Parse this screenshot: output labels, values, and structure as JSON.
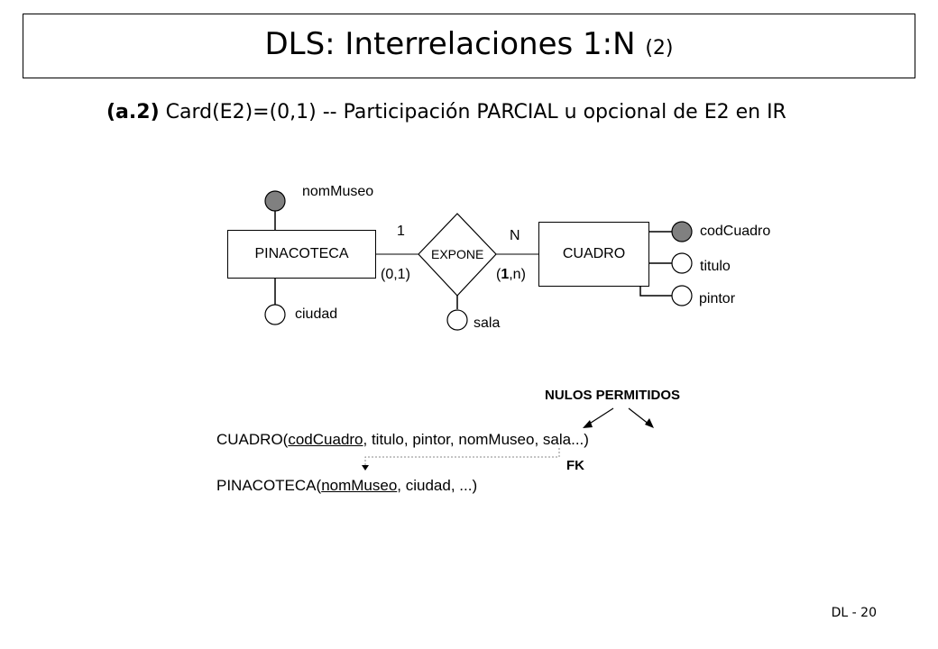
{
  "title": {
    "main": "DLS: Interrelaciones 1:N",
    "suffix": "(2)"
  },
  "subtitle": {
    "prefix": "(a.2)",
    "text": "Card(E2)=(0,1) -- Participación PARCIAL u opcional de E2 en IR"
  },
  "diagram": {
    "entity_left": "PINACOTECA",
    "entity_right": "CUADRO",
    "relationship": "EXPONE",
    "card_left": "1",
    "card_right": "N",
    "part_left": "(0,1)",
    "part_right_open": "(",
    "part_right_bold": "1",
    "part_right_close": ",n)",
    "attr_nomMuseo": "nomMuseo",
    "attr_ciudad": "ciudad",
    "attr_sala": "sala",
    "attr_codCuadro": "codCuadro",
    "attr_titulo": "titulo",
    "attr_pintor": "pintor",
    "colors": {
      "key_attr_fill": "#808080",
      "line": "#000000"
    }
  },
  "relational": {
    "nulls_label": "NULOS PERMITIDOS",
    "fk_label": "FK",
    "cuadro": {
      "name": "CUADRO(",
      "key": "codCuadro",
      "rest_a": ", titulo, pintor, ",
      "fk_attr": "nomMuseo",
      "rest_b": ", sala...)"
    },
    "pinacoteca": {
      "name": "PINACOTECA(",
      "key": "nomMuseo",
      "rest": ", ciudad, ...)"
    }
  },
  "footer": "DL - 20"
}
